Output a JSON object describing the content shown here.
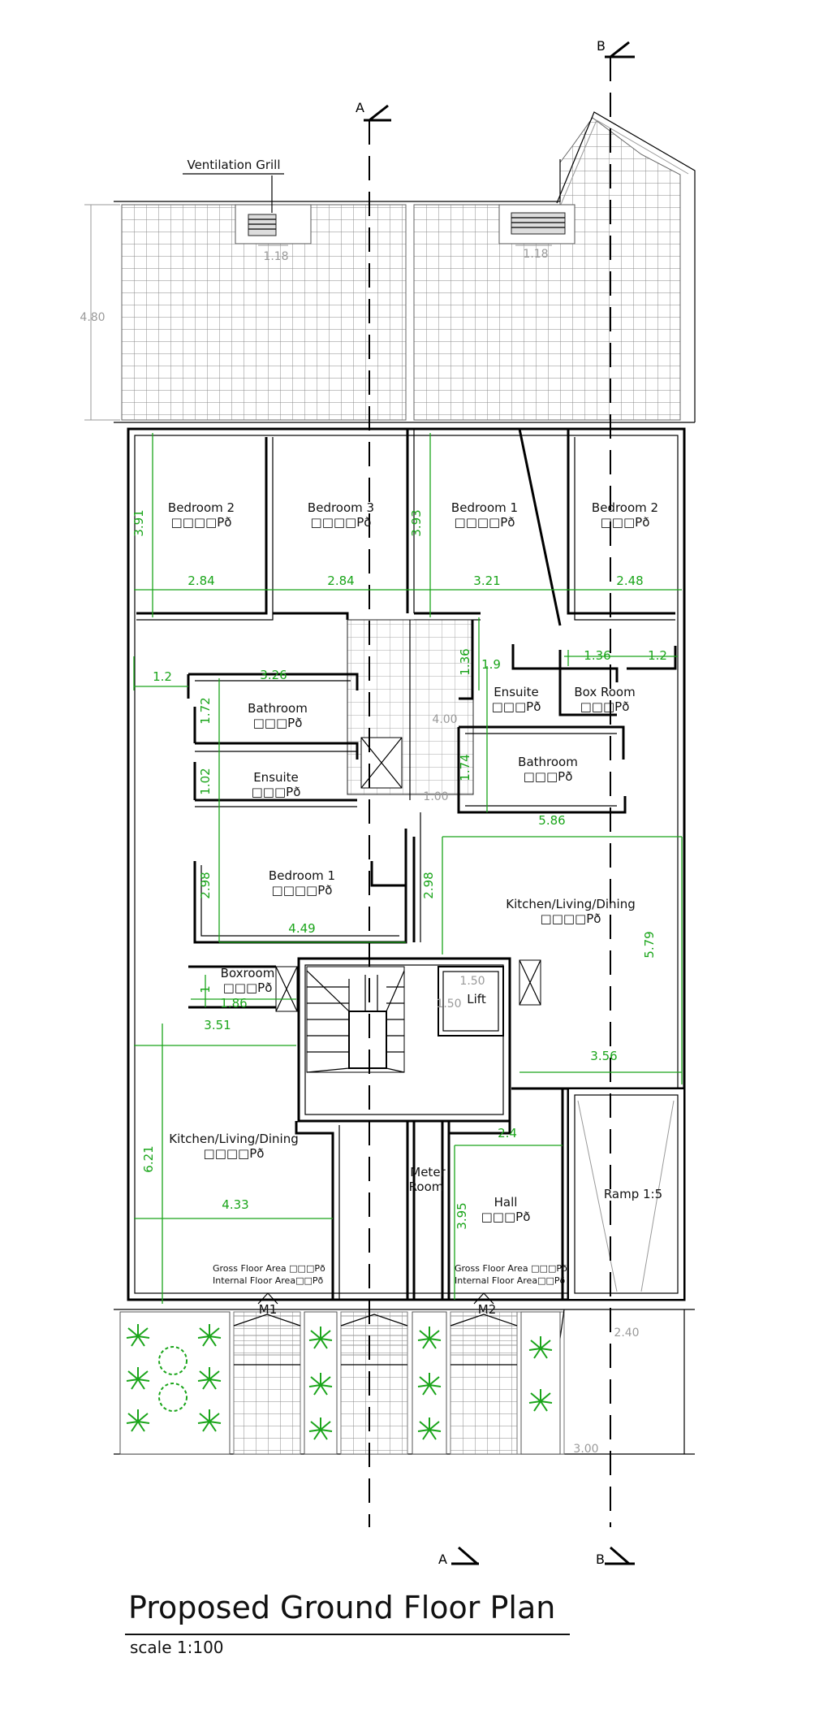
{
  "title": "Proposed Ground Floor Plan",
  "scale": "scale 1:100",
  "ventilation_label": "Ventilation Grill",
  "section_marks": {
    "a": "A",
    "b": "B"
  },
  "room_value": "Pð",
  "rooms": [
    {
      "name": "Bedroom 2",
      "value": "□□□□Pð"
    },
    {
      "name": "Bedroom 3",
      "value": "□□□□Pð"
    },
    {
      "name": "Bedroom 1",
      "value": "□□□□Pð"
    },
    {
      "name": "Bedroom 2",
      "value": "□□□Pð"
    },
    {
      "name": "Bathroom",
      "value": "□□□Pð"
    },
    {
      "name": "Ensuite",
      "value": "□□□Pð"
    },
    {
      "name": "Ensuite",
      "value": "□□□Pð"
    },
    {
      "name": "Box Room",
      "value": "□□□Pð"
    },
    {
      "name": "Bathroom",
      "value": "□□□Pð"
    },
    {
      "name": "Bedroom 1",
      "value": "□□□□Pð"
    },
    {
      "name": "Kitchen/Living/Dining",
      "value": "□□□□Pð"
    },
    {
      "name": "Boxroom",
      "value": "□□□Pð"
    },
    {
      "name": "Lift",
      "value": ""
    },
    {
      "name": "Kitchen/Living/Dining",
      "value": "□□□□Pð"
    },
    {
      "name": "Hall",
      "value": "□□□Pð"
    },
    {
      "name": "Ramp 1:5",
      "value": ""
    }
  ],
  "meter_room": [
    "Meter",
    "Room"
  ],
  "area_labels": [
    {
      "gross": "Gross Floor Area □□□Pð",
      "internal": "Internal Floor Area□□Pð"
    },
    {
      "gross": "Gross Floor Area □□□Pð",
      "internal": "Internal Floor Area□□Pð"
    }
  ],
  "entrances": [
    "M1",
    "M2"
  ],
  "dimensions": {
    "green": [
      "3.91",
      "2.84",
      "2.84",
      "3.93",
      "3.21",
      "2.48",
      "1.2",
      "3.26",
      "1.72",
      "1.02",
      "1.36",
      "1.9",
      "1.36",
      "1.2",
      "1.74",
      "5.86",
      "2.98",
      "4.49",
      "2.98",
      "5.79",
      "1",
      "1.86",
      "3.51",
      "3.56",
      "2.4",
      "6.21",
      "4.33",
      "3.95"
    ],
    "gray": [
      "4.80",
      "1.18",
      "1.18",
      "4.00",
      "1.00",
      "1.50",
      "1.50",
      "2.40",
      "3.00"
    ]
  }
}
